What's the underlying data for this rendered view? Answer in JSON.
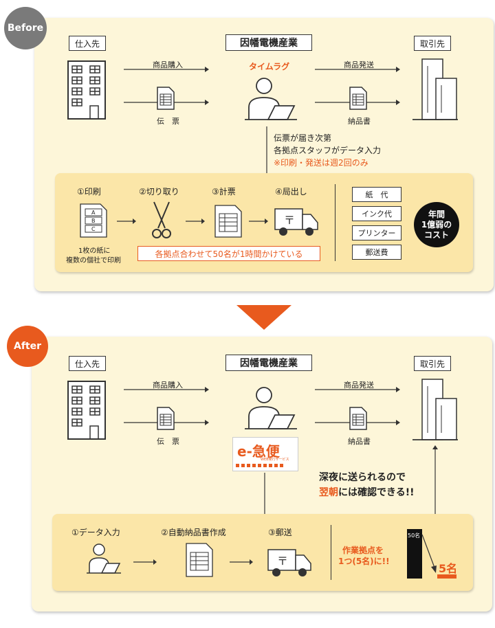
{
  "before": {
    "badge": "Before",
    "supplier": "仕入先",
    "company": "因幡電機産業",
    "client": "取引先",
    "purchase": "商品購入",
    "shipping": "商品発送",
    "time_lag": "タイムラグ",
    "slip": "伝　票",
    "delivery_note": "納品書",
    "note_line1": "伝票が届き次第",
    "note_line2": "各拠点スタッフがデータ入力",
    "note_line3": "※印刷・発送は週2回のみ",
    "steps": [
      "①印刷",
      "②切り取り",
      "③計票",
      "④局出し"
    ],
    "abc": [
      "A",
      "B",
      "C"
    ],
    "print_note_line1": "1枚の紙に",
    "print_note_line2": "複数の個社で印刷",
    "banner": "各拠点合わせて50名が1時間かけている",
    "costs": [
      "紙　代",
      "インク代",
      "プリンター",
      "郵送費"
    ],
    "annual_cost_lines": [
      "年間",
      "1億弱の",
      "コスト"
    ]
  },
  "after": {
    "badge": "After",
    "supplier": "仕入先",
    "company": "因幡電機産業",
    "client": "取引先",
    "purchase": "商品購入",
    "shipping": "商品発送",
    "slip": "伝　票",
    "delivery_note": "納品書",
    "service_logo": "e-急便",
    "service_logo_sub": "WEB発行サービス",
    "night_line1": "深夜に送られるので",
    "night_line2_highlight": "翌朝",
    "night_line2_rest": "には確認できる!!",
    "steps": [
      "①データ入力",
      "②自動納品書作成",
      "③郵送"
    ],
    "reduce_line1": "作業拠点を",
    "reduce_line2": "1つ(5名)に!!",
    "count_before": "50名",
    "count_after": "5名"
  },
  "colors": {
    "accent": "#e85a1e",
    "panel": "#fdf6d9",
    "inner": "#fbe6a8"
  }
}
